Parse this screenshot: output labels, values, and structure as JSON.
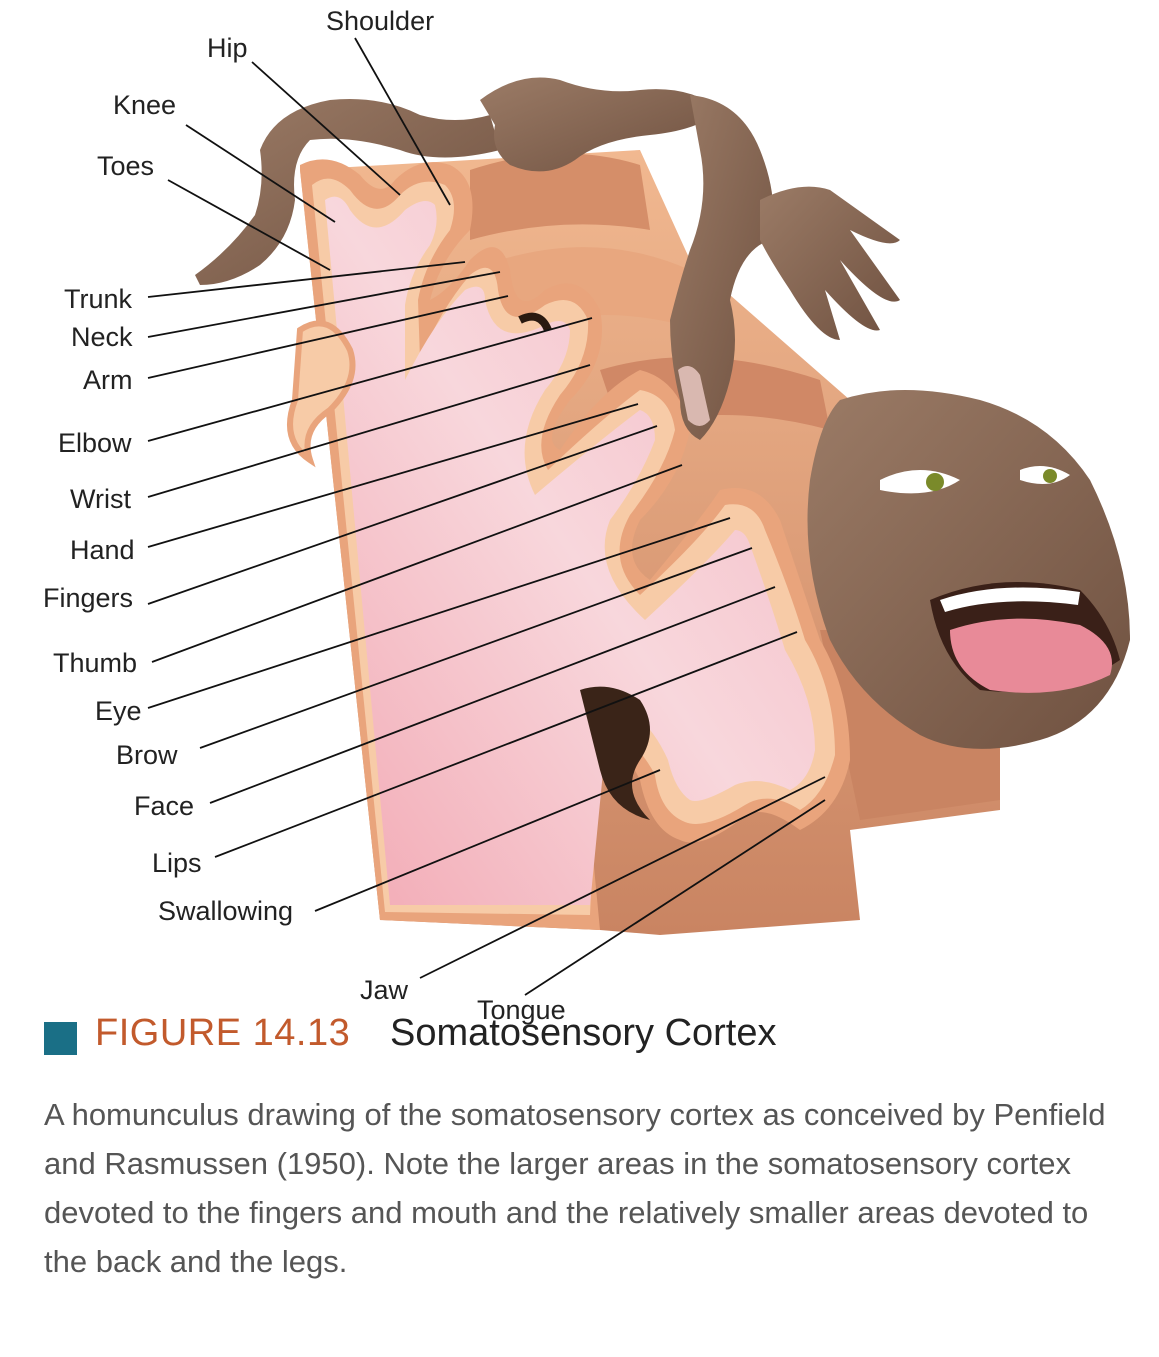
{
  "diagram": {
    "labels": {
      "shoulder": "Shoulder",
      "hip": "Hip",
      "knee": "Knee",
      "toes": "Toes",
      "trunk": "Trunk",
      "neck": "Neck",
      "arm": "Arm",
      "elbow": "Elbow",
      "wrist": "Wrist",
      "hand": "Hand",
      "fingers": "Fingers",
      "thumb": "Thumb",
      "eye": "Eye",
      "brow": "Brow",
      "face": "Face",
      "lips": "Lips",
      "swallowing": "Swallowing",
      "jaw": "Jaw",
      "tongue": "Tongue"
    },
    "colors": {
      "cortex_outer": "#e9a47c",
      "cortex_gray": "#f7cba7",
      "white_matter": "#f4c3c9",
      "skin": "#8a6a56"
    }
  },
  "figure": {
    "number": "FIGURE 14.13",
    "title": "Somatosensory Cortex",
    "caption": "A homunculus drawing of the somatosensory cortex as conceived by Penfield and Rasmussen (1950). Note the larger areas in the somatosensory cortex devoted to the fingers and mouth and the relatively smaller areas devoted to the back and the legs.",
    "accent_color": "#c25a2c",
    "marker_color": "#1a6f86"
  }
}
